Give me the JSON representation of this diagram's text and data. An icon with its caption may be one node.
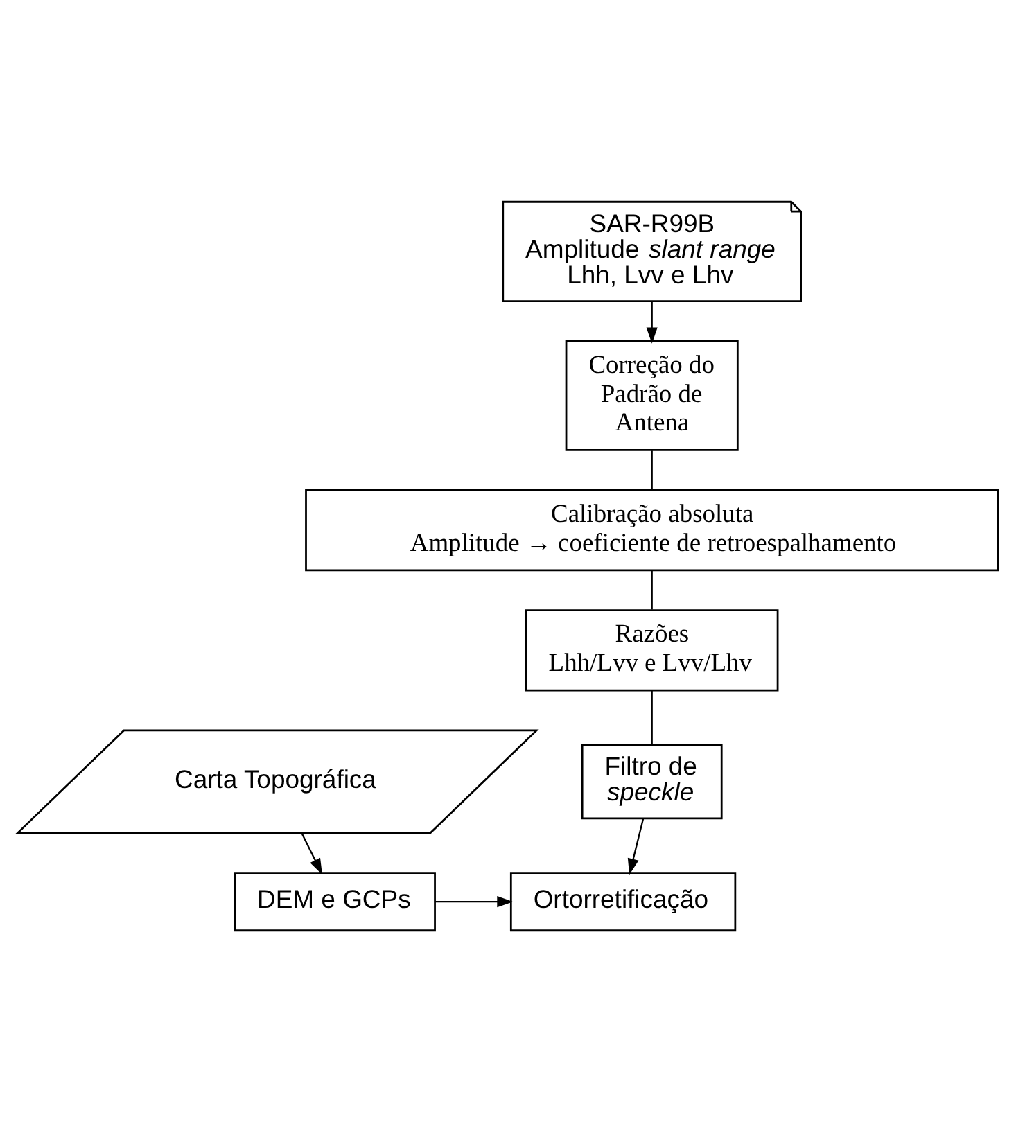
{
  "diagram": {
    "nodes": [
      {
        "text": [
          "SAR-R99B",
          "Amplitude *slant range*",
          "Lhh, Lvv e Lhv"
        ]
      },
      {
        "text": [
          "Correção do Padrão de Antena"
        ]
      },
      {
        "text": [
          "Calibração absoluta",
          "Amplitude → coeficiente de retroespalhamento"
        ]
      },
      {
        "text": [
          "Razões",
          "Lhh/Lvv e Lvv/Lhv"
        ]
      },
      {
        "text": [
          "Filtro de *speckle*"
        ]
      },
      {
        "text": [
          "Carta Topográfica"
        ]
      },
      {
        "text": [
          "DEM e GCPs"
        ]
      },
      {
        "text": [
          "Ortorretificação"
        ]
      }
    ],
    "edges": [
      {
        "from": 0,
        "to": 1,
        "arrow": "to"
      },
      {
        "from": 1,
        "to": 2,
        "arrow": "none"
      },
      {
        "from": 2,
        "to": 3,
        "arrow": "none"
      },
      {
        "from": 3,
        "to": 4,
        "arrow": "none"
      },
      {
        "from": 4,
        "to": 7,
        "arrow": "to"
      },
      {
        "from": 5,
        "to": 6,
        "arrow": "to"
      },
      {
        "from": 6,
        "to": 7,
        "arrow": "to"
      }
    ]
  }
}
